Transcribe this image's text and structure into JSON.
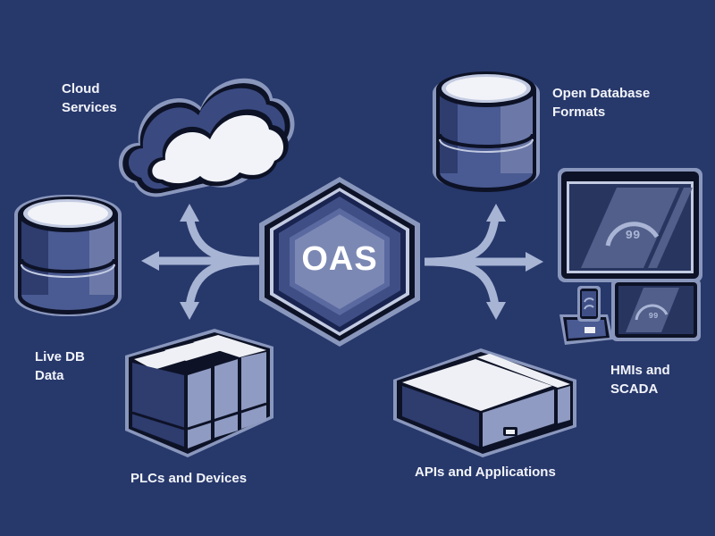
{
  "diagram": {
    "title": "OAS data connectivity",
    "hub": {
      "label": "OAS",
      "icon": "hexagon-hub-icon"
    },
    "nodes": [
      {
        "id": "cloud-services",
        "lines": [
          "Cloud",
          "Services"
        ],
        "icon": "cloud-icon"
      },
      {
        "id": "live-db-data",
        "lines": [
          "Live DB",
          "Data"
        ],
        "icon": "database-icon"
      },
      {
        "id": "plcs-devices",
        "lines": [
          "PLCs and Devices"
        ],
        "icon": "plc-rack-icon"
      },
      {
        "id": "open-database-formats",
        "lines": [
          "Open Database",
          "Formats"
        ],
        "icon": "database-icon"
      },
      {
        "id": "hmis-scada",
        "lines": [
          "HMIs and",
          "SCADA"
        ],
        "icon": "hmi-screens-icon"
      },
      {
        "id": "apis-applications",
        "lines": [
          "APIs and Applications"
        ],
        "icon": "server-box-icon"
      }
    ],
    "hmi_gauge_value": "99",
    "colors": {
      "background": "#27386b",
      "arrow": "#a7b4d4",
      "outline": "#0d1226",
      "halo": "#8a97bd",
      "face_light": "#eef0f5",
      "side_dark": "#2e3c6e",
      "side_mid": "#5c6a99",
      "side_light": "#8f9bc2",
      "hub_inner": "#7c88b4",
      "hub_mid": "#4a5a92",
      "text": "#f2f4fa"
    }
  }
}
